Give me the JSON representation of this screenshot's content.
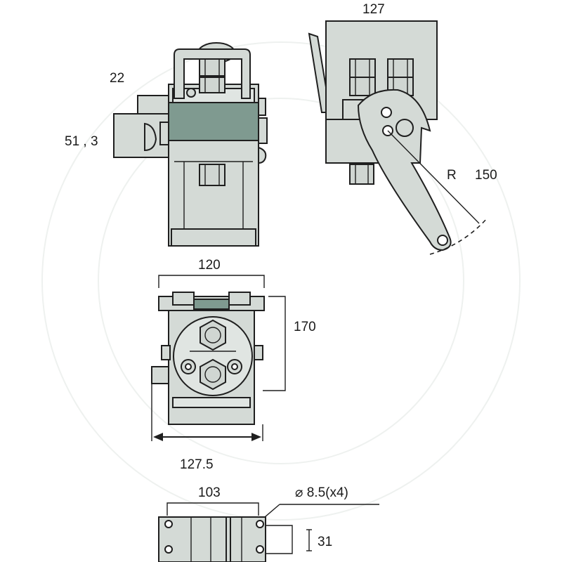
{
  "dimensions": {
    "dim_22": "22",
    "dim_51_3": "51 , 3",
    "dim_127": "127",
    "dim_R": "R",
    "dim_150": "150",
    "dim_120": "120",
    "dim_170": "170",
    "dim_127_5": "127.5",
    "dim_103": "103",
    "dim_hole": "⌀ 8.5(x4)",
    "dim_31": "31"
  },
  "colors": {
    "body": "#d4dad6",
    "band": "#7f9a90",
    "line": "#1f1f1f"
  }
}
